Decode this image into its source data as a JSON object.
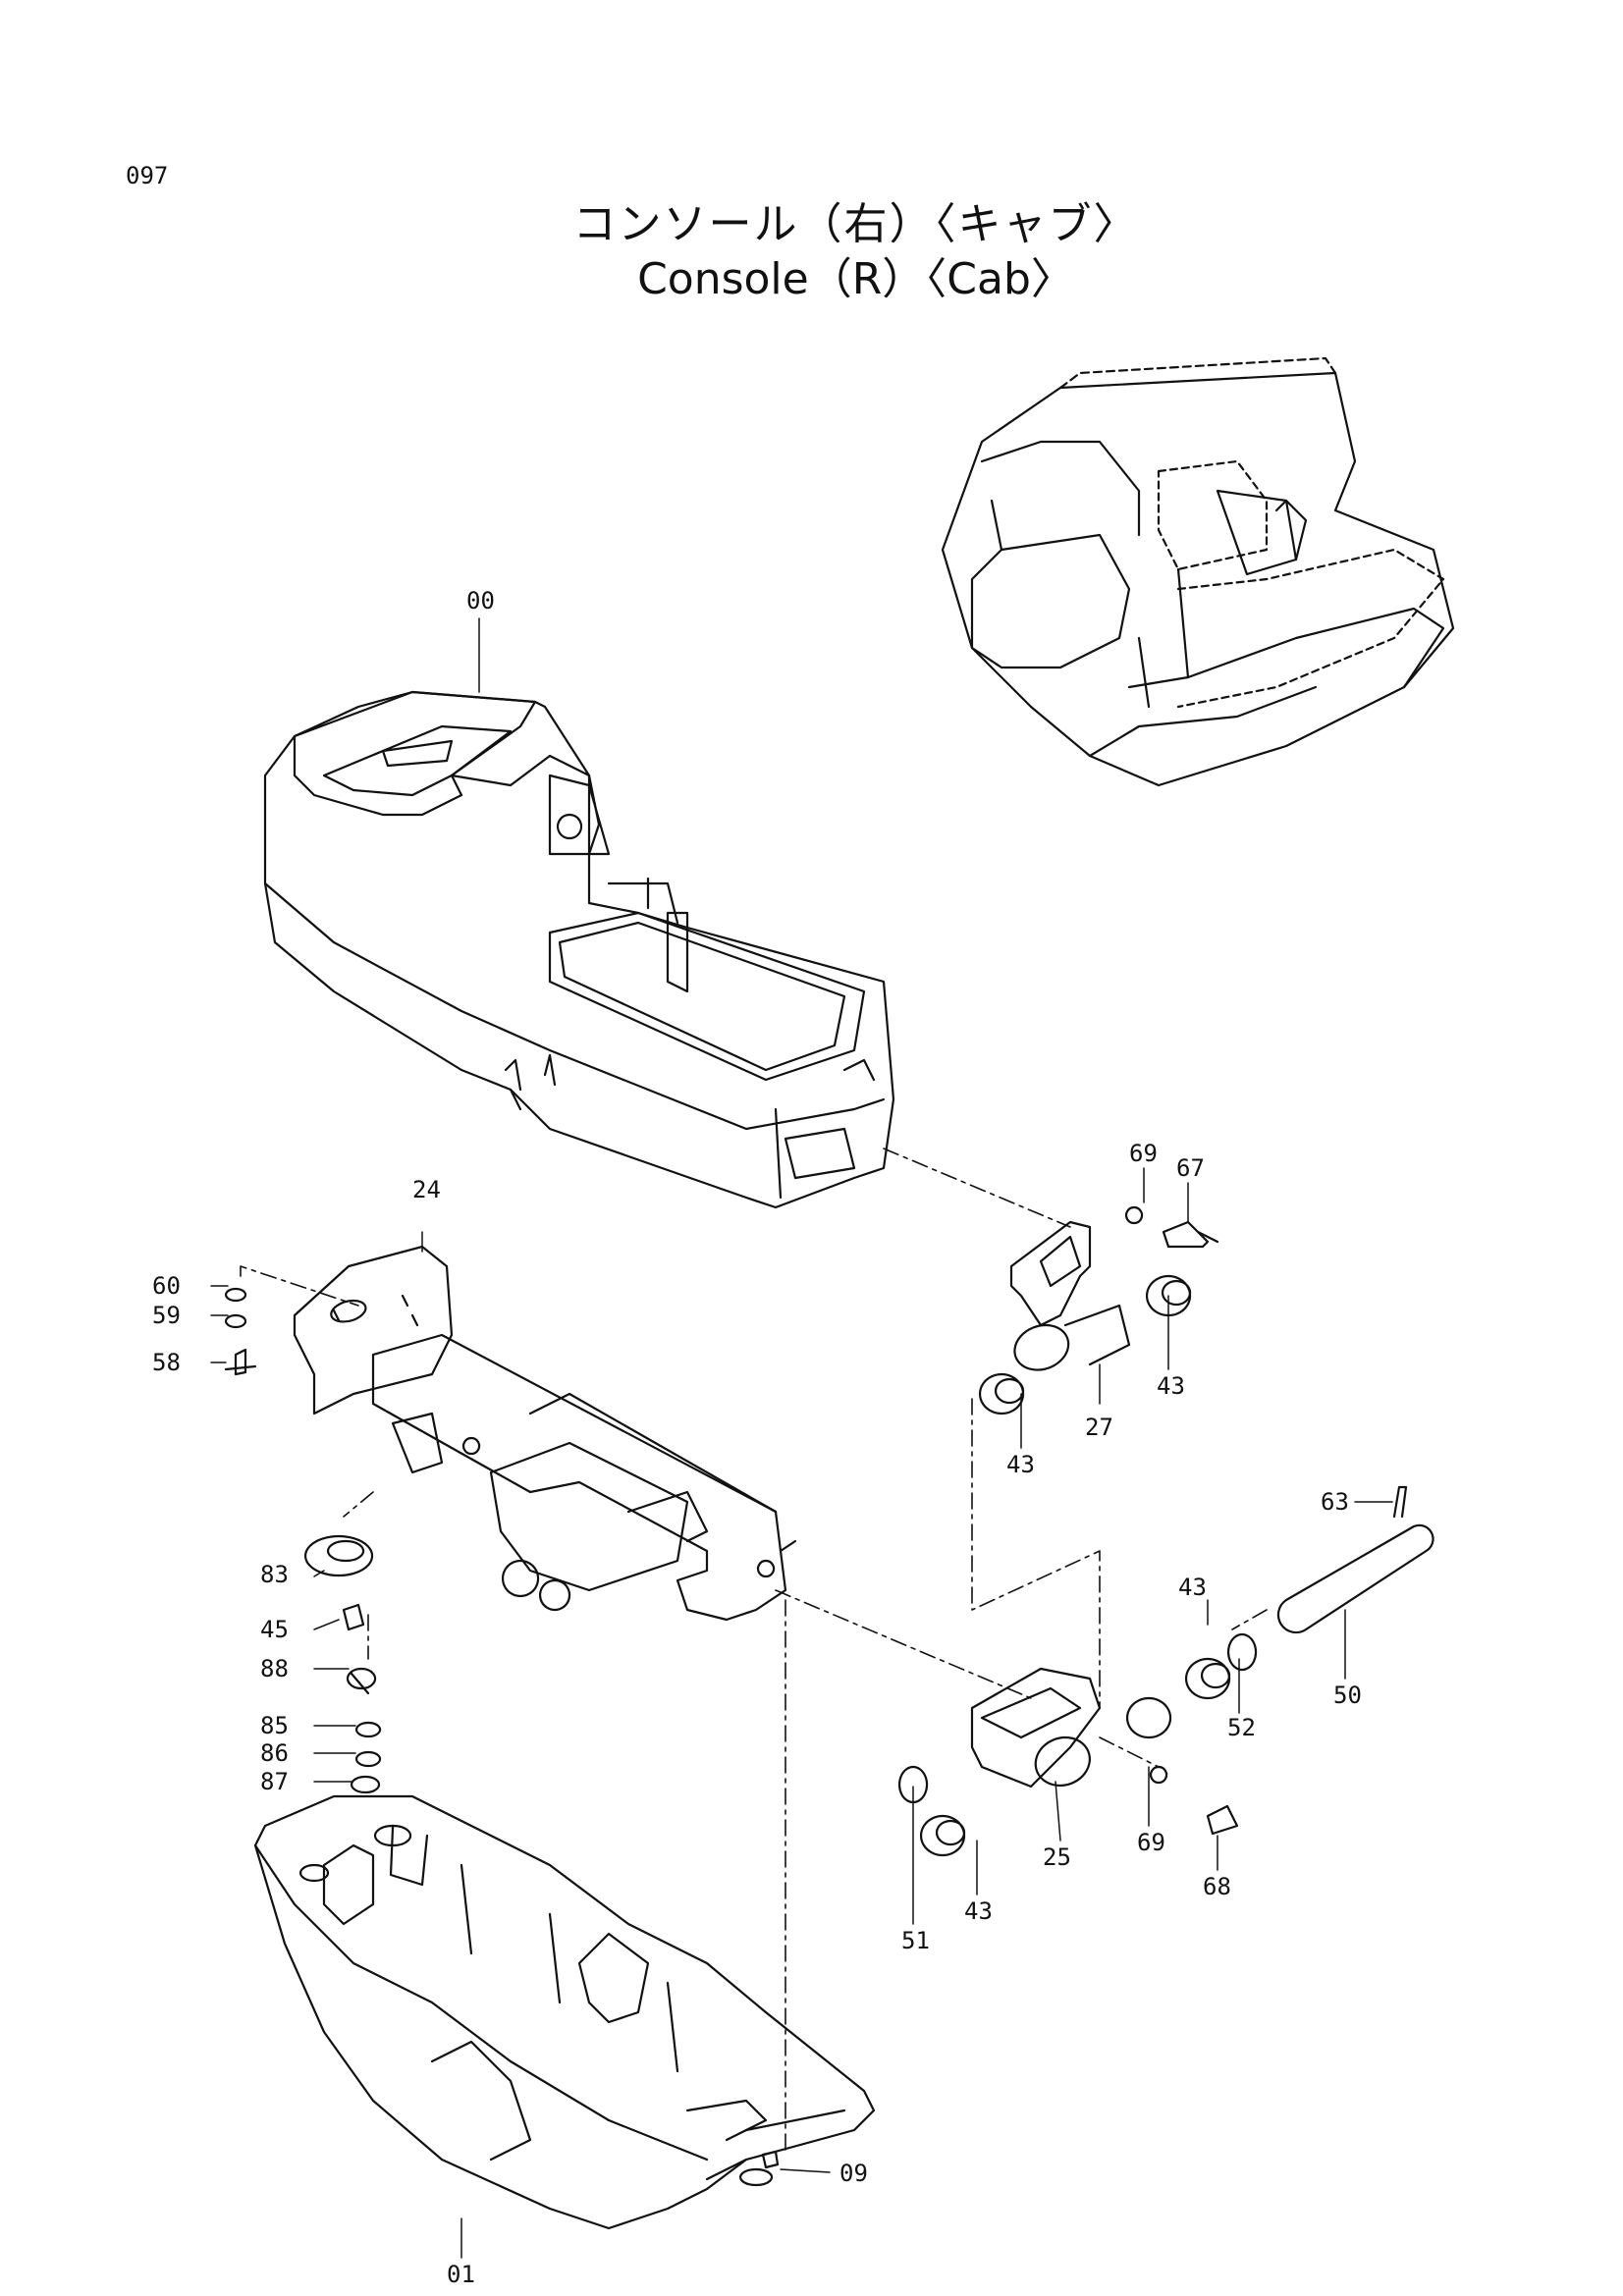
{
  "page": {
    "number": "097"
  },
  "title": {
    "japanese": "コンソール（右）〈キャブ〉",
    "english": "Console（R）〈Cab〉"
  },
  "part_labels": [
    "00",
    "24",
    "60",
    "59",
    "58",
    "83",
    "45",
    "88",
    "85",
    "86",
    "87",
    "01",
    "09",
    "69",
    "67",
    "43",
    "27",
    "43",
    "63",
    "50",
    "43",
    "52",
    "25",
    "69",
    "68",
    "51",
    "43"
  ]
}
